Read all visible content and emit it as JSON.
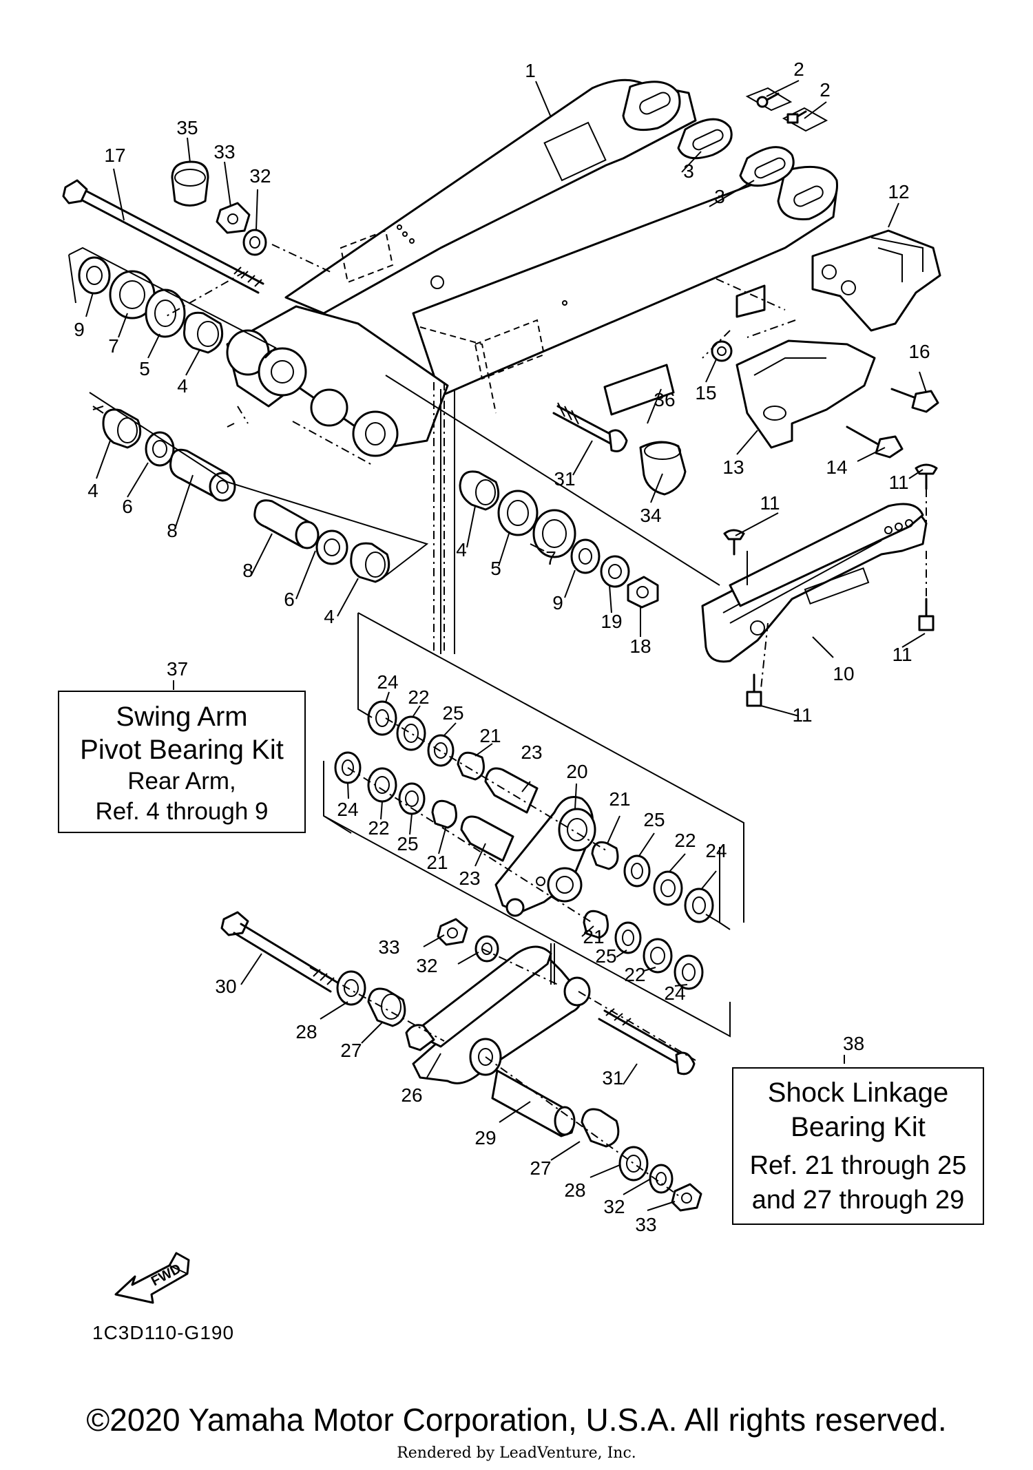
{
  "callouts": [
    {
      "label": "1"
    },
    {
      "label": "2"
    },
    {
      "label": "2"
    },
    {
      "label": "3"
    },
    {
      "label": "3"
    },
    {
      "label": "35"
    },
    {
      "label": "33"
    },
    {
      "label": "32"
    },
    {
      "label": "17"
    },
    {
      "label": "12"
    },
    {
      "label": "9"
    },
    {
      "label": "7"
    },
    {
      "label": "5"
    },
    {
      "label": "4"
    },
    {
      "label": "16"
    },
    {
      "label": "15"
    },
    {
      "label": "36"
    },
    {
      "label": "13"
    },
    {
      "label": "14"
    },
    {
      "label": "31"
    },
    {
      "label": "34"
    },
    {
      "label": "11"
    },
    {
      "label": "11"
    },
    {
      "label": "4"
    },
    {
      "label": "6"
    },
    {
      "label": "8"
    },
    {
      "label": "8"
    },
    {
      "label": "6"
    },
    {
      "label": "4"
    },
    {
      "label": "4"
    },
    {
      "label": "5"
    },
    {
      "label": "7"
    },
    {
      "label": "9"
    },
    {
      "label": "19"
    },
    {
      "label": "18"
    },
    {
      "label": "11"
    },
    {
      "label": "10"
    },
    {
      "label": "11"
    },
    {
      "label": "24"
    },
    {
      "label": "22"
    },
    {
      "label": "25"
    },
    {
      "label": "21"
    },
    {
      "label": "23"
    },
    {
      "label": "20"
    },
    {
      "label": "24"
    },
    {
      "label": "22"
    },
    {
      "label": "25"
    },
    {
      "label": "21"
    },
    {
      "label": "23"
    },
    {
      "label": "21"
    },
    {
      "label": "25"
    },
    {
      "label": "22"
    },
    {
      "label": "24"
    },
    {
      "label": "33"
    },
    {
      "label": "32"
    },
    {
      "label": "30"
    },
    {
      "label": "21"
    },
    {
      "label": "25"
    },
    {
      "label": "22"
    },
    {
      "label": "24"
    },
    {
      "label": "28"
    },
    {
      "label": "27"
    },
    {
      "label": "26"
    },
    {
      "label": "31"
    },
    {
      "label": "29"
    },
    {
      "label": "27"
    },
    {
      "label": "28"
    },
    {
      "label": "32"
    },
    {
      "label": "33"
    }
  ],
  "kits": {
    "swing_arm": {
      "ref_number": "37",
      "line1": "Swing Arm",
      "line2": "Pivot Bearing Kit",
      "line3": "Rear Arm,",
      "line4": "Ref. 4 through 9"
    },
    "shock_linkage": {
      "ref_number": "38",
      "line1": "Shock Linkage",
      "line2": "Bearing Kit",
      "line3": "Ref.  21 through 25",
      "line4": "and 27 through 29"
    }
  },
  "fwd_label": "FWD",
  "diagram_code": "1C3D110-G190",
  "copyright": "©2020 Yamaha Motor Corporation, U.S.A. All rights reserved.",
  "rendered_by": "Rendered by LeadVenture, Inc."
}
